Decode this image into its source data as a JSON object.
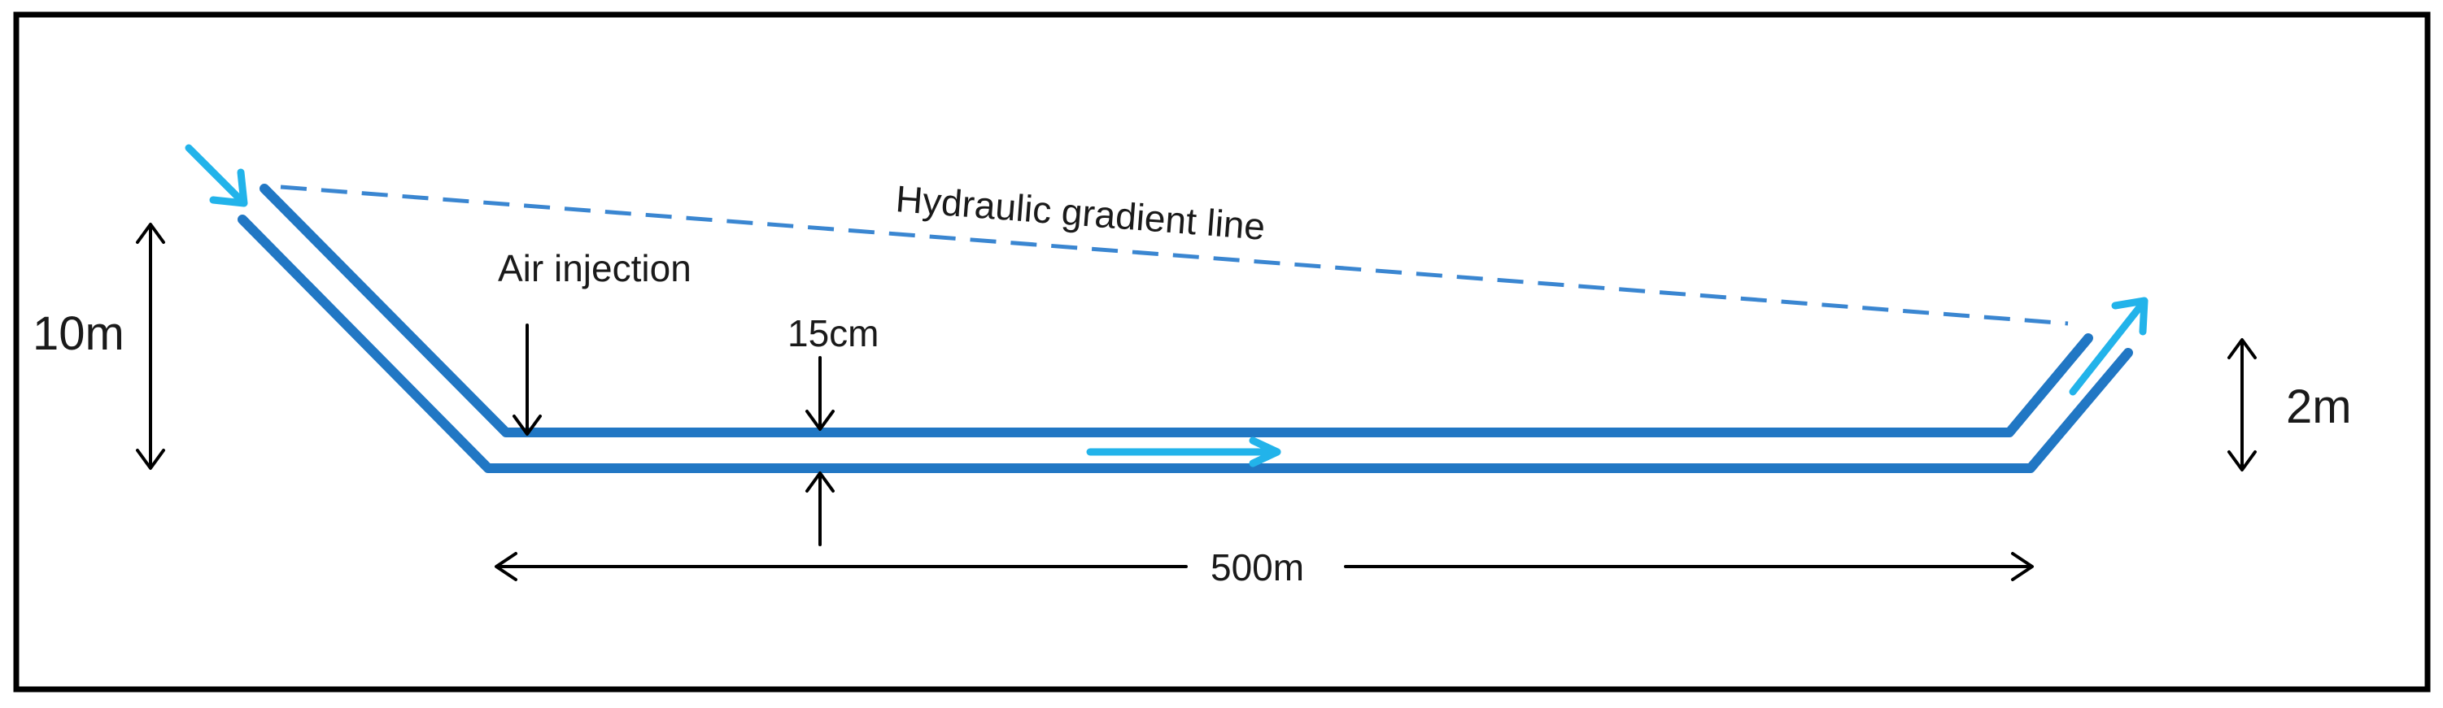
{
  "labels": {
    "hydraulic_gradient": "Hydraulic gradient line",
    "air_injection": "Air injection",
    "pipe_diameter": "15cm",
    "left_height": "10m",
    "right_height": "2m",
    "pipe_length": "500m"
  },
  "colors": {
    "pipe": "#2177c4",
    "flow_arrow": "#22b3ea",
    "gradient_line": "#3a86d1",
    "frame": "#000000",
    "annotation": "#000000"
  },
  "icons": {
    "inflow": "arrow-down-right-icon",
    "main_flow": "arrow-right-icon",
    "outflow": "arrow-up-right-icon"
  }
}
